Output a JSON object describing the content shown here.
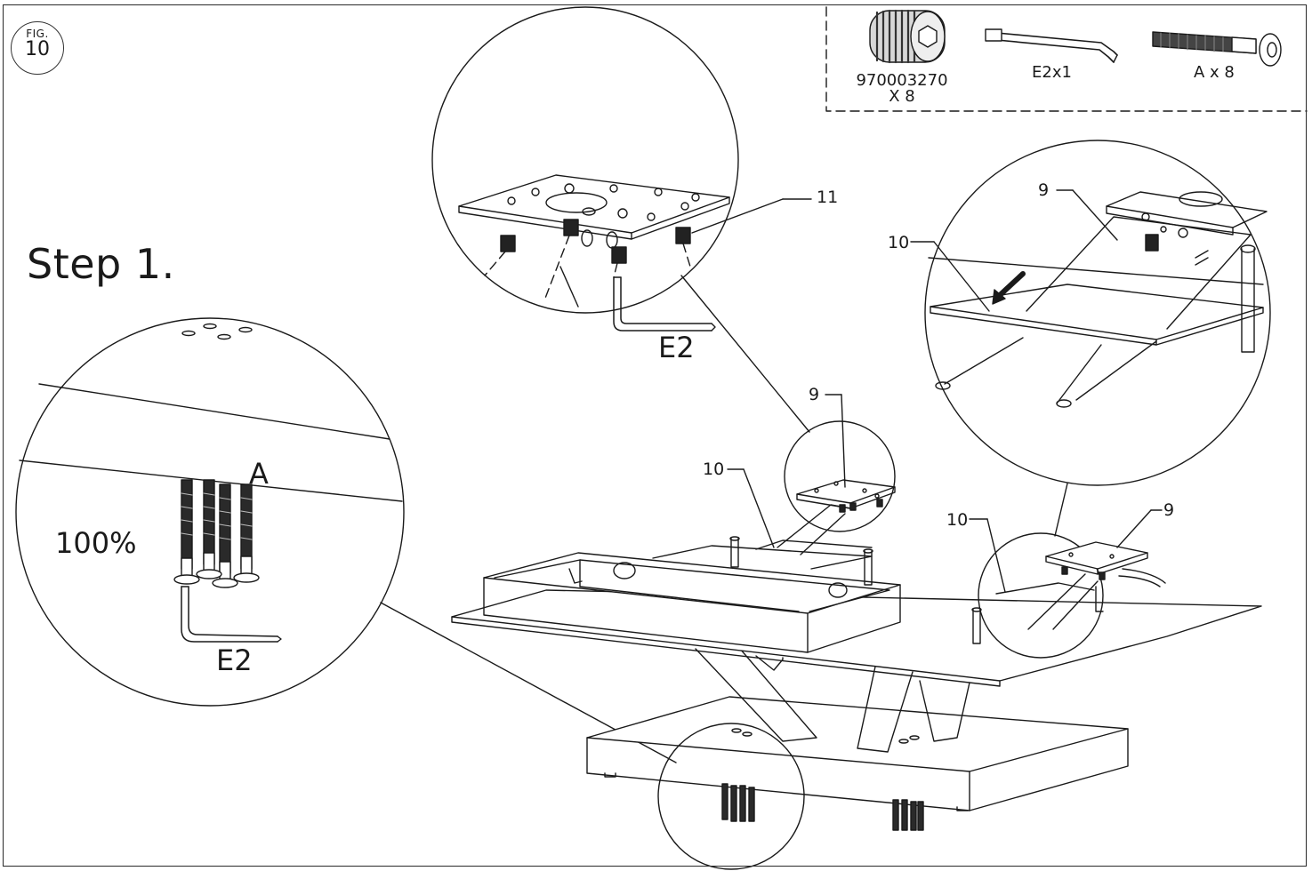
{
  "figure": {
    "prefix": "FIG.",
    "number": "10"
  },
  "step_title": "Step 1.",
  "hardware": [
    {
      "code": "970003270",
      "qty": "X 8",
      "icon": "threaded-insert-icon"
    },
    {
      "code": "E2x1",
      "icon": "allen-key-icon"
    },
    {
      "code": "A x 8",
      "icon": "bolt-icon"
    }
  ],
  "callouts": {
    "part_11": "11",
    "part_9_detail": "9",
    "part_10_detail": "10",
    "part_9_center": "9",
    "part_10_center": "10",
    "part_10_right": "10",
    "part_9_right": "9",
    "tool_top": "E2",
    "tool_left": "E2",
    "bolt_left": "A",
    "percent": "100%"
  },
  "colors": {
    "line": "#1a1a1a",
    "hardware_dark": "#3a3a3a"
  }
}
